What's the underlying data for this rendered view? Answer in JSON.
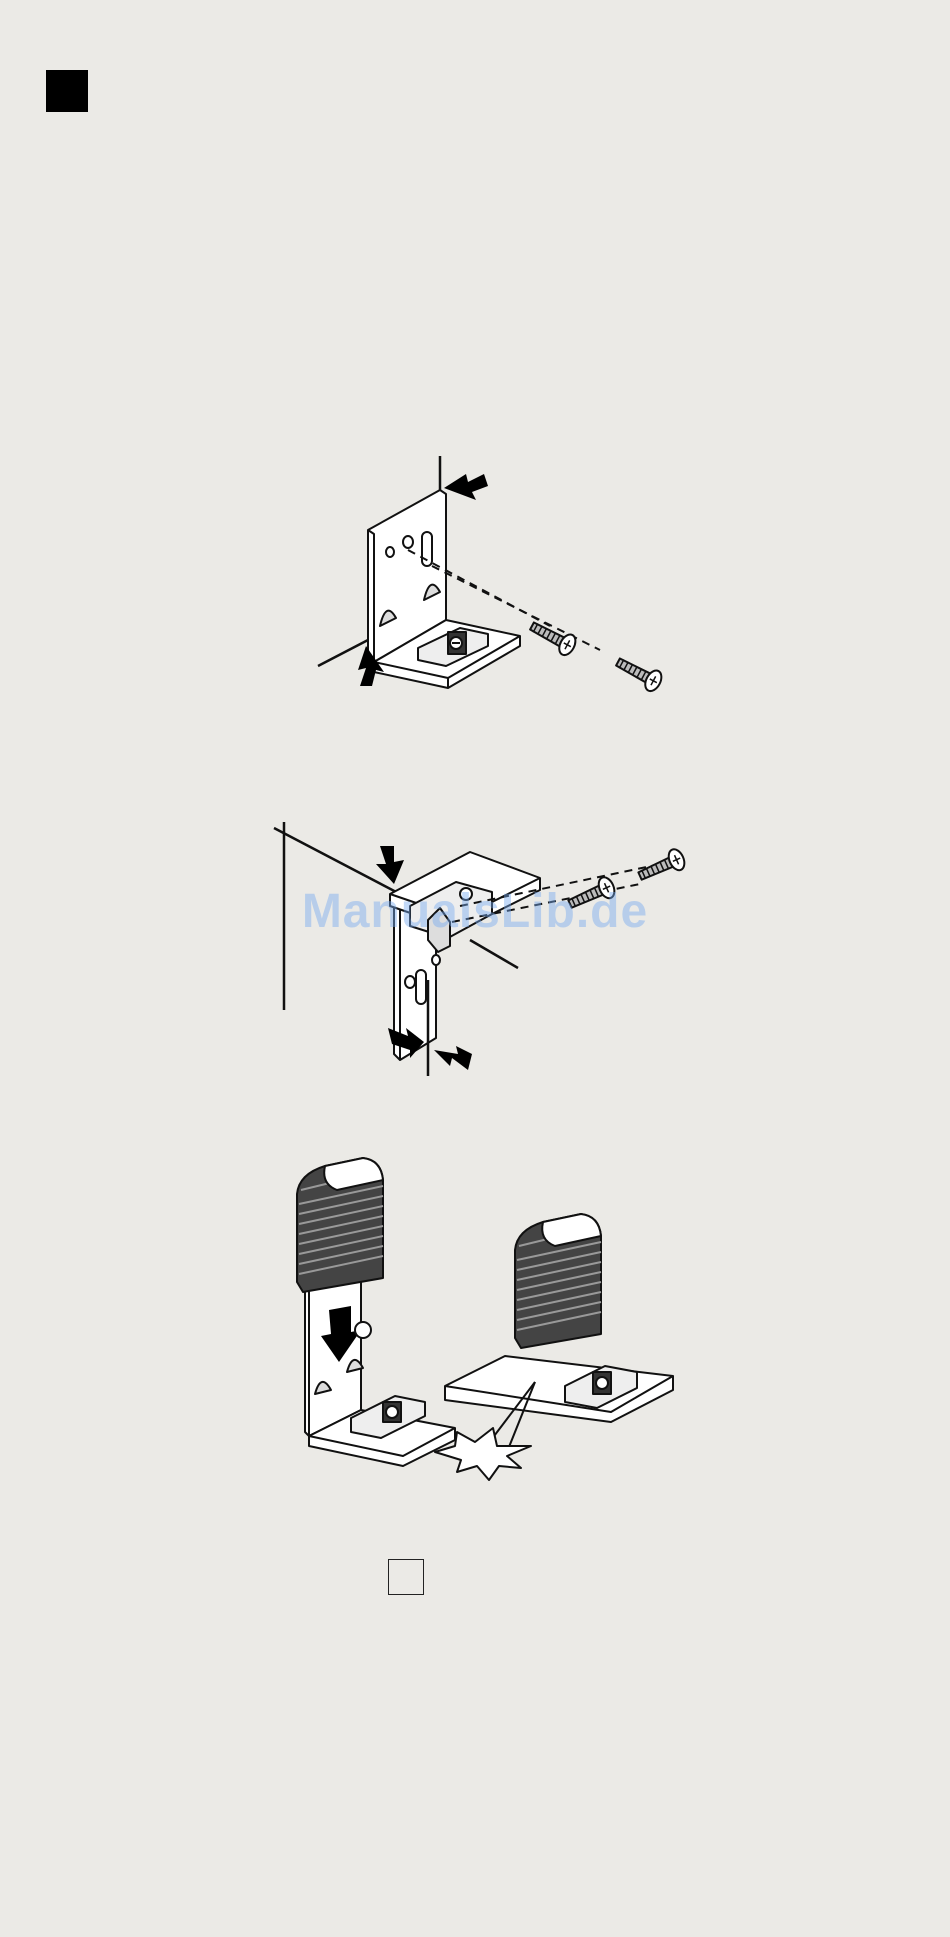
{
  "page": {
    "background": "#ebeae6",
    "watermark": "ManualsLib.de"
  },
  "figures": [
    {
      "name": "wall-mount-bracket",
      "icon": "bracket-wall-screws-icon"
    },
    {
      "name": "ceiling-mount-bracket",
      "icon": "bracket-ceiling-screws-icon"
    },
    {
      "name": "bracket-covers",
      "icon": "bracket-cover-icon"
    }
  ]
}
